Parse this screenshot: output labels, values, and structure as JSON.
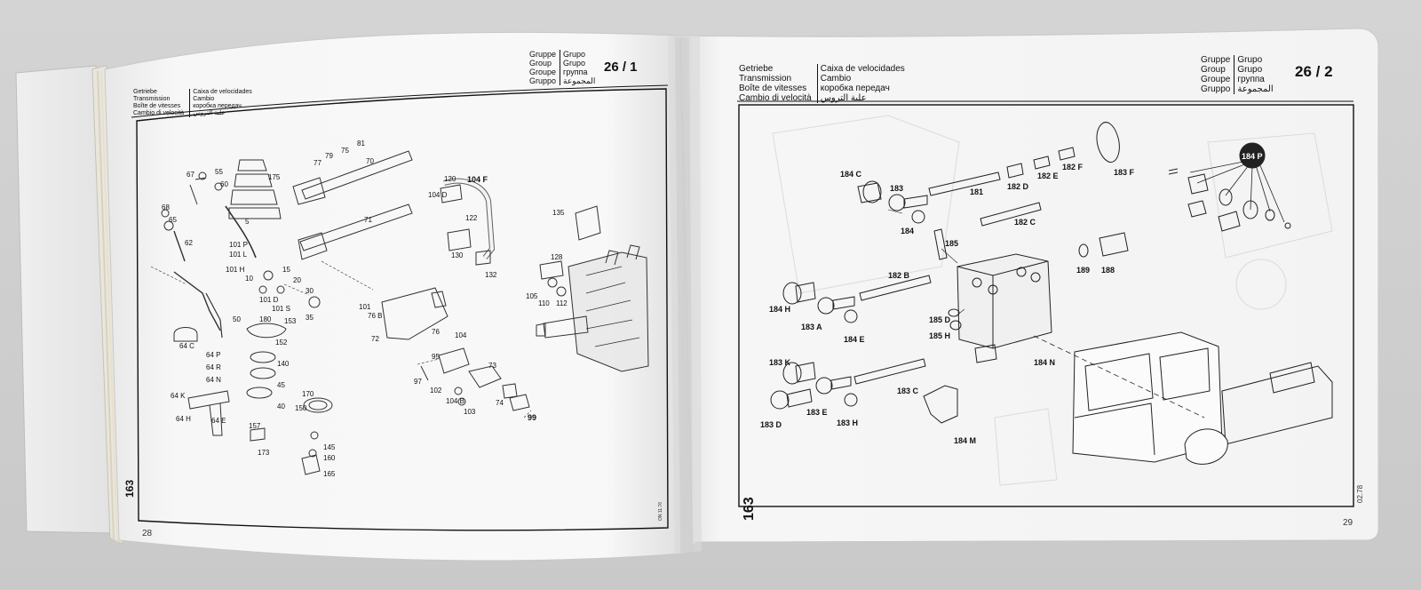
{
  "left_page": {
    "header_names_de_en_fr_it": [
      "Getriebe",
      "Transmission",
      "Boîte de vitesses",
      "Cambio di velocità"
    ],
    "header_names_pt_es_ru_ar": [
      "Caixa de velocidades",
      "Cambio",
      "коробка передач",
      "علبة التروس"
    ],
    "group_labels_1": [
      "Gruppe",
      "Group",
      "Groupe",
      "Gruppo"
    ],
    "group_labels_2": [
      "Grupo",
      "Grupo",
      "группа",
      "المجموعة"
    ],
    "group_number": "26 / 1",
    "page_number": "28",
    "margin_number": "163",
    "small_footer": "ON 11.76",
    "part_labels": [
      "67",
      "55",
      "60",
      "68",
      "65",
      "62",
      "5",
      "175",
      "77",
      "79",
      "75",
      "81",
      "70",
      "120",
      "104 F",
      "104 D",
      "122",
      "71",
      "101 P",
      "101 L",
      "101 H",
      "10",
      "15",
      "20",
      "101 D",
      "101 S",
      "30",
      "35",
      "50",
      "180",
      "153",
      "152",
      "64 C",
      "64 P",
      "64 R",
      "64 N",
      "140",
      "45",
      "40",
      "64 K",
      "64 H",
      "64 E",
      "170",
      "150",
      "157",
      "173",
      "145",
      "160",
      "165",
      "101",
      "76 B",
      "72",
      "76",
      "95",
      "104",
      "73",
      "97",
      "102",
      "104 B",
      "103",
      "74",
      "99",
      "130",
      "132",
      "135",
      "128",
      "105",
      "110",
      "112"
    ]
  },
  "right_page": {
    "header_names_de_en_fr_it": [
      "Getriebe",
      "Transmission",
      "Boîte de vitesses",
      "Cambio di velocità"
    ],
    "header_names_pt_es_ru_ar": [
      "Caixa de velocidades",
      "Cambio",
      "коробка передач",
      "علبة التروس"
    ],
    "group_labels_1": [
      "Gruppe",
      "Group",
      "Groupe",
      "Gruppo"
    ],
    "group_labels_2": [
      "Grupo",
      "Grupo",
      "группа",
      "المجموعة"
    ],
    "group_number": "26 / 2",
    "page_number": "29",
    "margin_number": "163",
    "date_code": "02.78",
    "part_labels": [
      "184 C",
      "183",
      "181",
      "182 D",
      "182 E",
      "182 F",
      "183 F",
      "184 P",
      "184",
      "182 C",
      "185",
      "189",
      "188",
      "182 B",
      "184 H",
      "183 A",
      "184 E",
      "185 D",
      "185 H",
      "184 N",
      "183 K",
      "183 C",
      "183 D",
      "183 E",
      "183 H",
      "184 M"
    ]
  }
}
